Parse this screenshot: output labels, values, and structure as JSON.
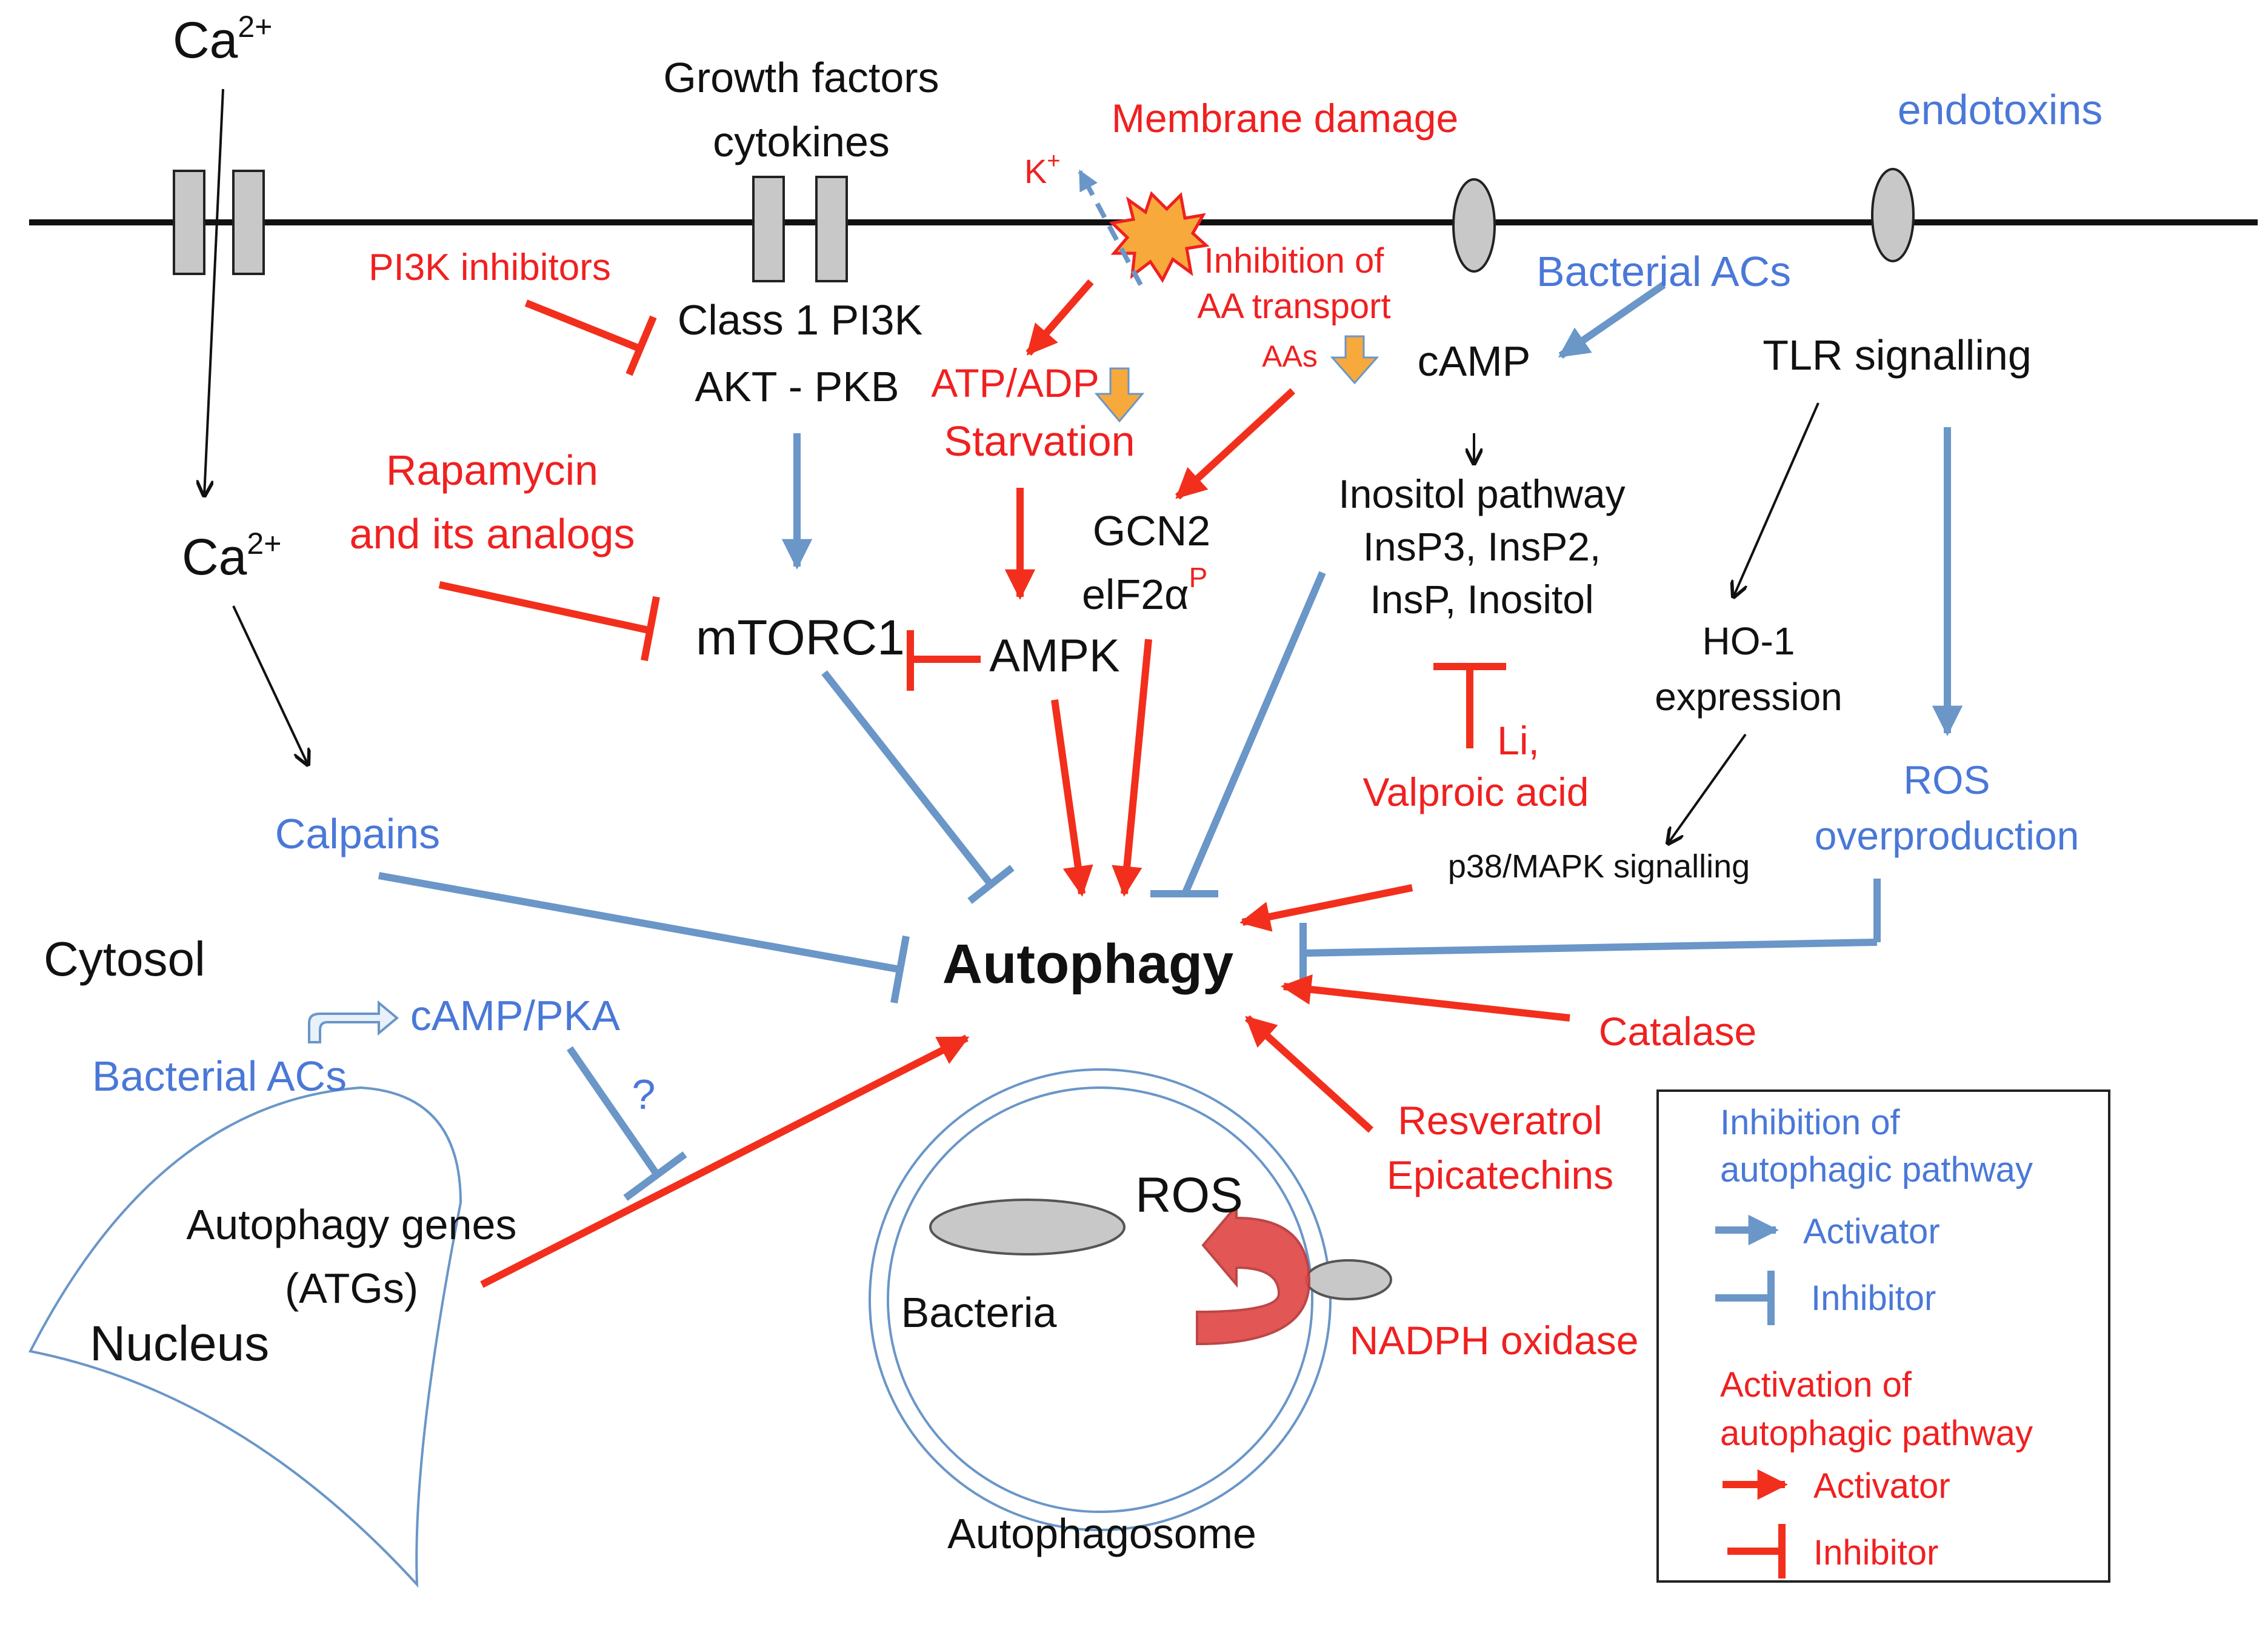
{
  "colors": {
    "activator_red": "#f22f1c",
    "inhibitor_blue": "#6a96c8",
    "text_red": "#f02020",
    "text_blue": "#4a78d8",
    "text_black": "#111111",
    "channel_gray": "#c8c8c8",
    "damage_orange": "#f7a93c"
  },
  "labels": {
    "ca_top": "Ca",
    "ca_top_sup": "2+",
    "growth_factors": "Growth factors",
    "cytokines": "cytokines",
    "membrane_damage": "Membrane damage",
    "endotoxins": "endotoxins",
    "k_ion": "K",
    "k_sup": "+",
    "pi3k_inhibitors": "PI3K inhibitors",
    "class1_pi3k": "Class 1 PI3K",
    "akt_pkb": "AKT - PKB",
    "inhibition_of": "Inhibition of",
    "aa_transport": "AA transport",
    "aas": "AAs",
    "bacterial_acs_top": "Bacterial ACs",
    "camp": "cAMP",
    "tlr_signalling": "TLR signalling",
    "atp_adp": "ATP/ADP",
    "starvation": "Starvation",
    "rapamycin": "Rapamycin",
    "and_its_analogs": "and its analogs",
    "gcn2": "GCN2",
    "eif2a": "elF2α",
    "eif2a_sup": "P",
    "inositol_pathway": "Inositol pathway",
    "insp3_insp2": "InsP3, InsP2,",
    "insp_inositol": "InsP, Inositol",
    "ca_mid": "Ca",
    "ca_mid_sup": "2+",
    "mtorc1": "mTORC1",
    "ampk": "AMPK",
    "ho1": "HO-1",
    "expression": "expression",
    "li": "Li,",
    "valproic_acid": "Valproic acid",
    "ros_overproduction_1": "ROS",
    "ros_overproduction_2": "overproduction",
    "calpains": "Calpains",
    "p38_mapk": "p38/MAPK signalling",
    "cytosol": "Cytosol",
    "autophagy": "Autophagy",
    "camp_pka": "cAMP/PKA",
    "bacterial_acs_bottom": "Bacterial ACs",
    "question": "?",
    "catalase": "Catalase",
    "resveratrol": "Resveratrol",
    "epicatechins": "Epicatechins",
    "autophagy_genes": "Autophagy genes",
    "atgs": "(ATGs)",
    "nucleus": "Nucleus",
    "ros": "ROS",
    "bacteria": "Bacteria",
    "nadph_oxidase": "NADPH oxidase",
    "autophagosome": "Autophagosome"
  },
  "legend": {
    "inhibition_title_1": "Inhibition of",
    "inhibition_title_2": "autophagic pathway",
    "inhibition_activator": "Activator",
    "inhibition_inhibitor": "Inhibitor",
    "activation_title_1": "Activation of",
    "activation_title_2": "autophagic pathway",
    "activation_activator": "Activator",
    "activation_inhibitor": "Inhibitor"
  }
}
